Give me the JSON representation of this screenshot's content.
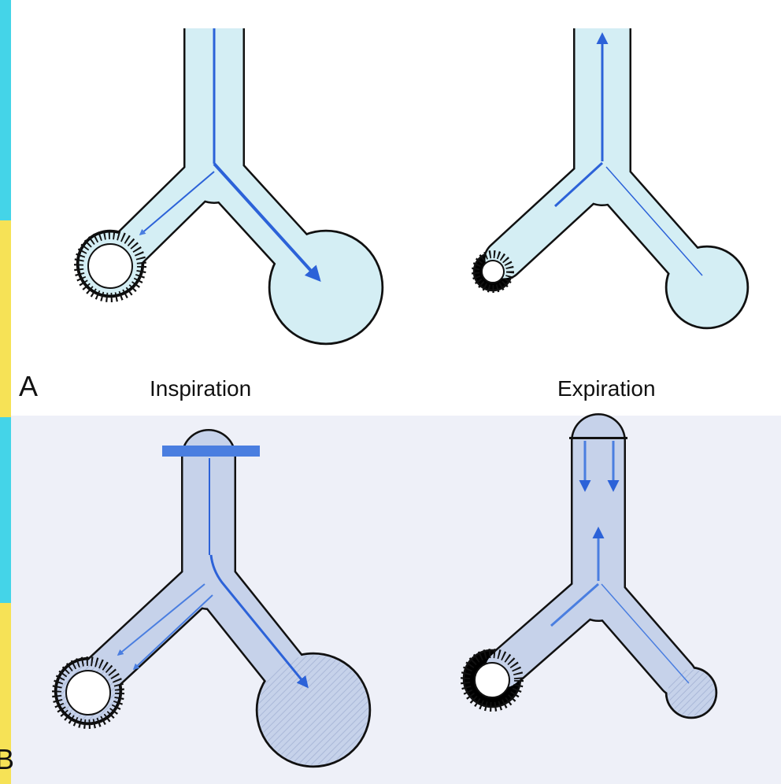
{
  "panel_a": {
    "letter": "A",
    "left_caption": "Inspiration",
    "right_caption": "Expiration"
  },
  "panel_b": {
    "letter": "B"
  },
  "colors": {
    "airway_fill_a": "#d4eef4",
    "airway_fill_b": "#c6d2ea",
    "airway_outline": "#111111",
    "arrow_blue": "#2c62d8",
    "arrow_blue_b": "#4a7ee0",
    "edge_cyan": "#44d4e8",
    "edge_yellow": "#f6e256",
    "panel_b_background": "#eef0f8"
  },
  "icons": {
    "collapsed_alveolus": "hatched-ring-icon",
    "flow_direction": "arrow-icon",
    "airway_obstruction": "blocked-bar-icon"
  }
}
